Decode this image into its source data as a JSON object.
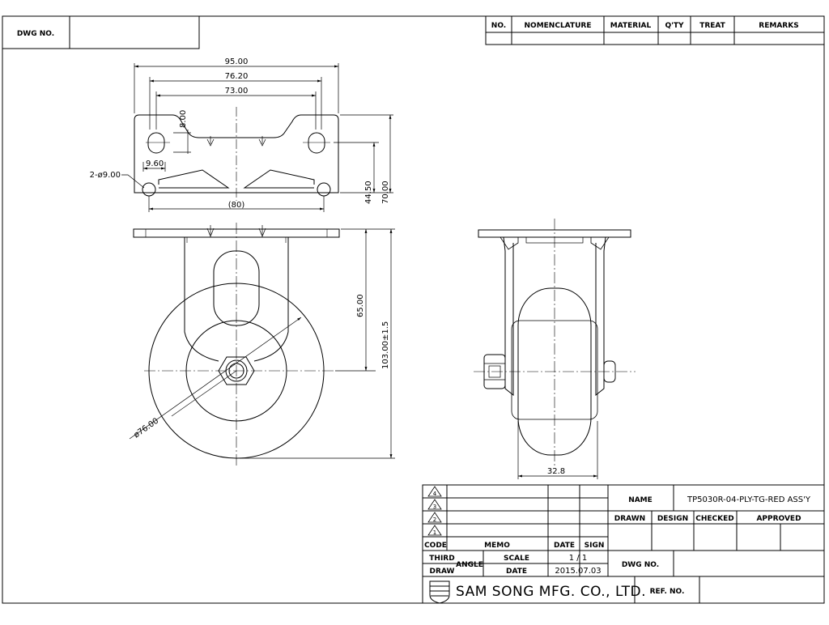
{
  "header": {
    "dwg_no_label": "DWG NO.",
    "parts_columns": [
      "NO.",
      "NOMENCLATURE",
      "MATERIAL",
      "Q'TY",
      "TREAT",
      "REMARKS"
    ]
  },
  "dimensions": {
    "top_width": "95.00",
    "hole_pitch_outer": "76.20",
    "hole_pitch_inner": "73.00",
    "slot_height": "8.00",
    "slot_offset": "9.60",
    "holes": "2-ø9.00",
    "plate_length_ref": "(80)",
    "hole_depth": "44.50",
    "plate_depth": "70.00",
    "axle_height": "65.00",
    "total_height": "103.00±1.5",
    "wheel_diameter": "ø76.00",
    "wheel_width": "32.8"
  },
  "revisions": {
    "marks": [
      "4",
      "3",
      "2",
      "1"
    ],
    "code_label": "CODE",
    "memo_label": "MEMO",
    "date_label": "DATE",
    "sign_label": "SIGN"
  },
  "title_block": {
    "name_label": "NAME",
    "name_value": "TP5030R-04-PLY-TG-RED ASS'Y",
    "drawn_label": "DRAWN",
    "design_label": "DESIGN",
    "checked_label": "CHECKED",
    "approved_label": "APPROVED",
    "third_label": "THIRD",
    "angle_label": "ANGLE",
    "draw_label": "DRAW",
    "scale_label": "SCALE",
    "scale_value": "1 / 1",
    "date_label": "DATE",
    "date_value": "2015.07.03",
    "dwg_no_label": "DWG NO.",
    "company": "SAM SONG MFG. CO., LTD.",
    "ref_no_label": "REF. NO."
  }
}
